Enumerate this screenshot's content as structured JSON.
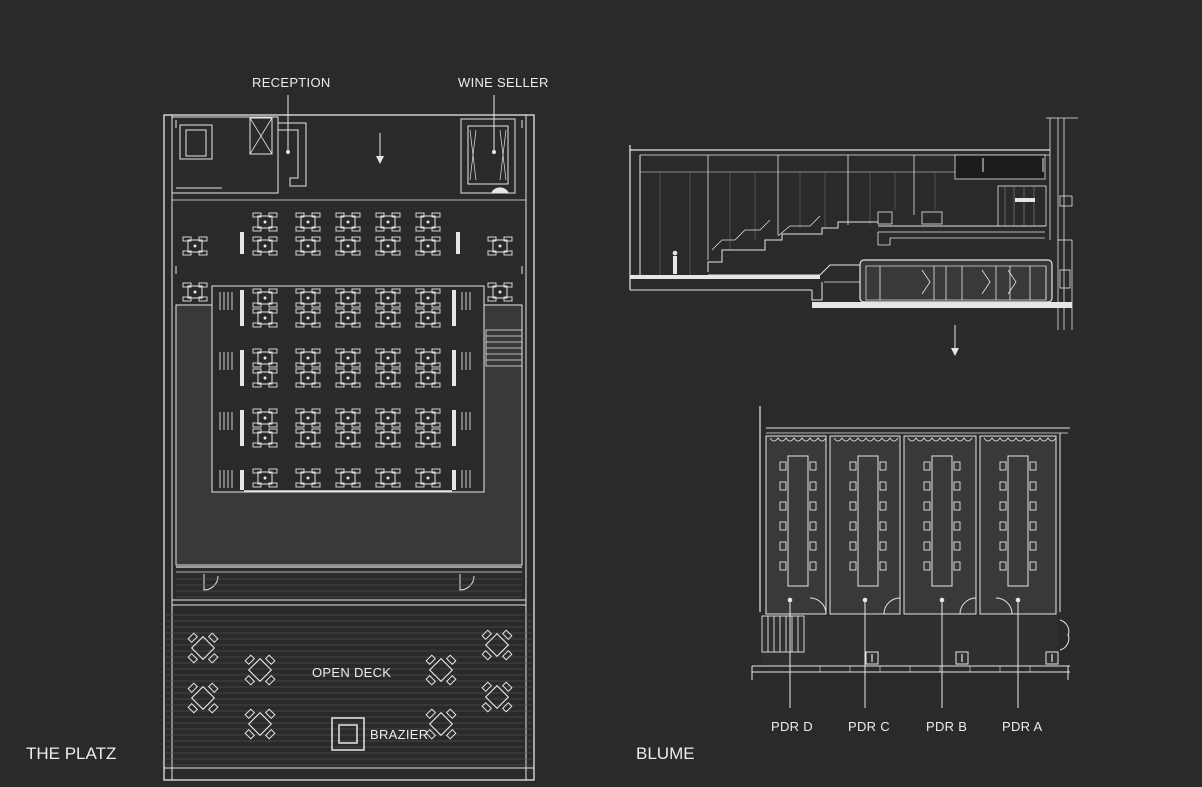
{
  "drawings": {
    "platz": {
      "title": "THE PLATZ",
      "labels": {
        "reception": "RECEPTION",
        "wine_seller": "WINE SELLER",
        "open_deck": "OPEN DECK",
        "brazier": "BRAZIER"
      }
    },
    "blume": {
      "title": "BLUME",
      "rooms": [
        "PDR D",
        "PDR C",
        "PDR B",
        "PDR A"
      ]
    }
  },
  "colors": {
    "background": "#2a2a2a",
    "line": "#e6e6e6",
    "floor": "#3a3838",
    "text": "#ececec"
  }
}
